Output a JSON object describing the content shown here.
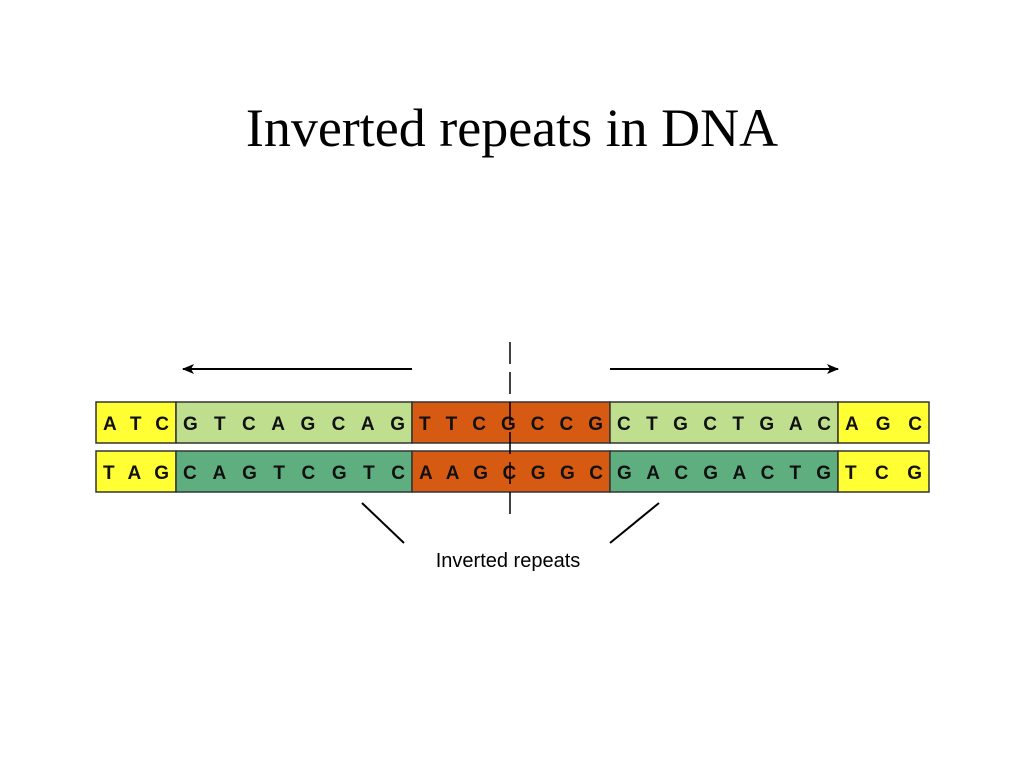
{
  "title": "Inverted repeats in DNA",
  "caption": "Inverted repeats",
  "colors": {
    "flank": "#ffff33",
    "repeat_top": "#bfdf8f",
    "repeat_bottom": "#5fae7f",
    "center": "#d75a12"
  },
  "strands": {
    "top": [
      {
        "text": "A T C",
        "role": "flank"
      },
      {
        "text": "G T C A G C A G",
        "role": "repeat_top"
      },
      {
        "text": "T T C G C C G",
        "role": "center"
      },
      {
        "text": "C T G C T G A C",
        "role": "repeat_top"
      },
      {
        "text": "A G C",
        "role": "flank"
      }
    ],
    "bottom": [
      {
        "text": "T A G",
        "role": "flank"
      },
      {
        "text": "C A G T C G T C",
        "role": "repeat_bottom"
      },
      {
        "text": "A A G C G G C",
        "role": "center"
      },
      {
        "text": "G A C G A C T G",
        "role": "repeat_bottom"
      },
      {
        "text": "T C G",
        "role": "flank"
      }
    ]
  }
}
